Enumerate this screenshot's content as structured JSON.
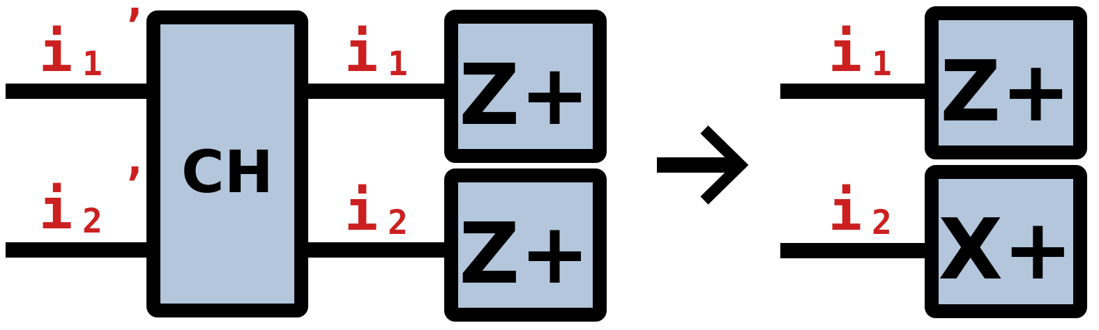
{
  "colors": {
    "box_fill": "#b3c6dc",
    "stroke": "#000000",
    "label": "#cc2020"
  },
  "left_circuit": {
    "input_labels": [
      {
        "letter": "i",
        "index": "1",
        "prime": "’"
      },
      {
        "letter": "i",
        "index": "2",
        "prime": "’"
      }
    ],
    "mid_labels": [
      {
        "letter": "i",
        "index": "1"
      },
      {
        "letter": "i",
        "index": "2"
      }
    ],
    "gate": "CH",
    "measurements": [
      "Z+",
      "Z+"
    ]
  },
  "arrow_icon": "right-arrow-icon",
  "right_circuit": {
    "labels": [
      {
        "letter": "i",
        "index": "1"
      },
      {
        "letter": "i",
        "index": "2"
      }
    ],
    "measurements": [
      "Z+",
      "X+"
    ]
  }
}
